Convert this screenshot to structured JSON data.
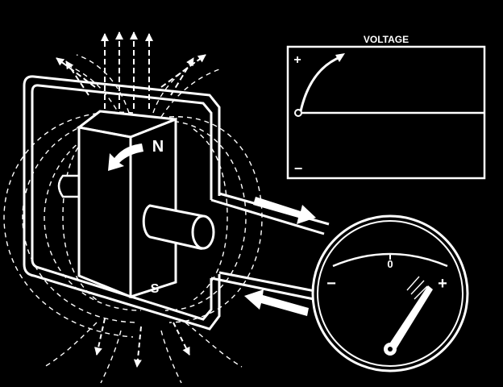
{
  "graph": {
    "title": "VOLTAGE",
    "plus": "+",
    "minus": "−"
  },
  "magnet": {
    "north": "N",
    "south": "S"
  },
  "meter": {
    "zero": "0",
    "minus": "−",
    "plus": "+"
  },
  "colors": {
    "background": "#000000",
    "line": "#ffffff"
  }
}
